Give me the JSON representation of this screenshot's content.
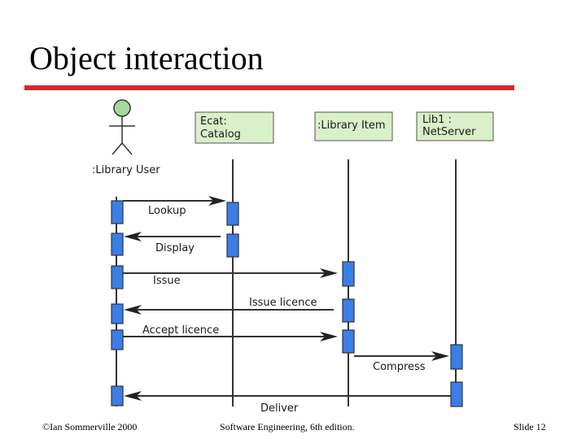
{
  "slide": {
    "title": "Object interaction",
    "footer_left": "©Ian Sommerville 2000",
    "footer_center": "Software Engineering, 6th edition.",
    "footer_right": "Slide  12"
  },
  "colors": {
    "title_rule": "#d8262c",
    "object_fill": "#d9f0c8",
    "activation_fill": "#3a7ee8",
    "actor_head": "#a6d99a"
  },
  "actor": {
    "label": ":Library User"
  },
  "objects": [
    {
      "id": "catalog",
      "line1": "Ecat:",
      "line2": "Catalog"
    },
    {
      "id": "item",
      "line1": ":Library Item",
      "line2": ""
    },
    {
      "id": "server",
      "line1": "Lib1 :",
      "line2": "NetServer"
    }
  ],
  "messages": [
    {
      "label": "Lookup",
      "from": "user",
      "to": "catalog"
    },
    {
      "label": "Display",
      "from": "catalog",
      "to": "user"
    },
    {
      "label": "Issue",
      "from": "user",
      "to": "item"
    },
    {
      "label": "Issue licence",
      "from": "item",
      "to": "user"
    },
    {
      "label": "Accept licence",
      "from": "user",
      "to": "item"
    },
    {
      "label": "Compress",
      "from": "item",
      "to": "server"
    },
    {
      "label": "Deliver",
      "from": "server",
      "to": "user"
    }
  ]
}
